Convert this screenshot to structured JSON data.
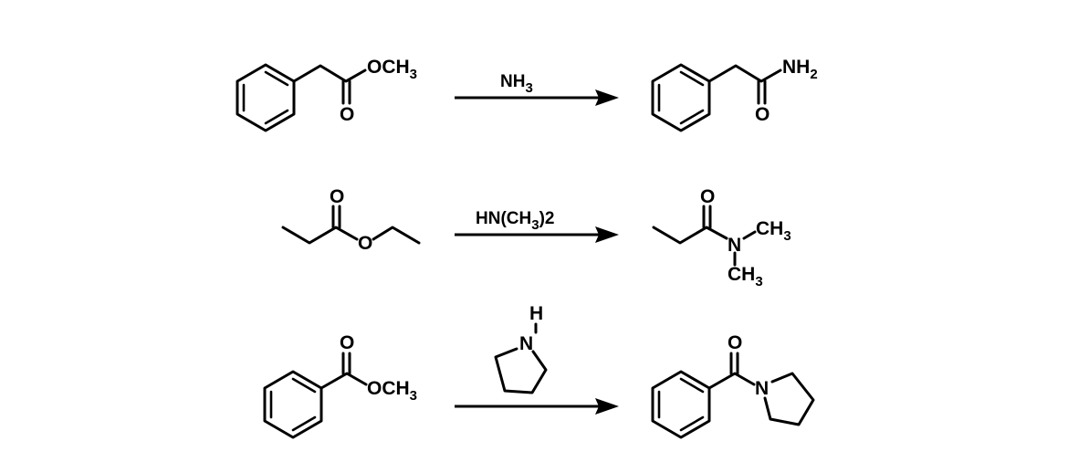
{
  "reactions": [
    {
      "reactant": {
        "labels": [
          "OCH",
          "3",
          "O"
        ]
      },
      "reagent": {
        "main": "NH",
        "sub": "3"
      },
      "product": {
        "labels": [
          "NH",
          "2",
          "O"
        ]
      }
    },
    {
      "reactant": {
        "labels": [
          "O",
          "O"
        ]
      },
      "reagent": {
        "main": "HN(CH",
        "sub": "3",
        "tail": ")2"
      },
      "product": {
        "labels": [
          "O",
          "N",
          "CH",
          "3",
          "CH",
          "3"
        ]
      }
    },
    {
      "reactant": {
        "labels": [
          "O",
          "OCH",
          "3"
        ]
      },
      "reagent": {
        "labels": [
          "H",
          "N"
        ]
      },
      "product": {
        "labels": [
          "O",
          "N"
        ]
      }
    }
  ]
}
